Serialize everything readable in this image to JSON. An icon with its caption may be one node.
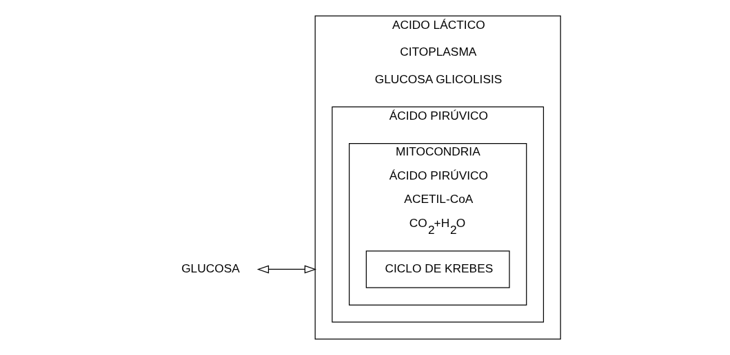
{
  "diagram": {
    "nodes": [
      {
        "text": [
          "GLUCOSA"
        ]
      },
      {
        "text": [
          "ACIDO LÁCTICO",
          "CITOPLASMA",
          "GLUCOSA GLICOLISIS"
        ]
      },
      {
        "text": [
          "ÁCIDO PIRÚVICO"
        ],
        "in": 1
      },
      {
        "text": [
          "MITOCONDRIA",
          "ÁCIDO PIRÚVICO",
          "ACETIL-CoA",
          "CO$_{2}$+H$_{2}$O"
        ],
        "in": 2
      },
      {
        "text": [
          "CICLO DE KREBES"
        ],
        "in": 3
      }
    ],
    "edges": [
      {
        "from": 0,
        "to": 1,
        "arrow": "both"
      }
    ]
  }
}
